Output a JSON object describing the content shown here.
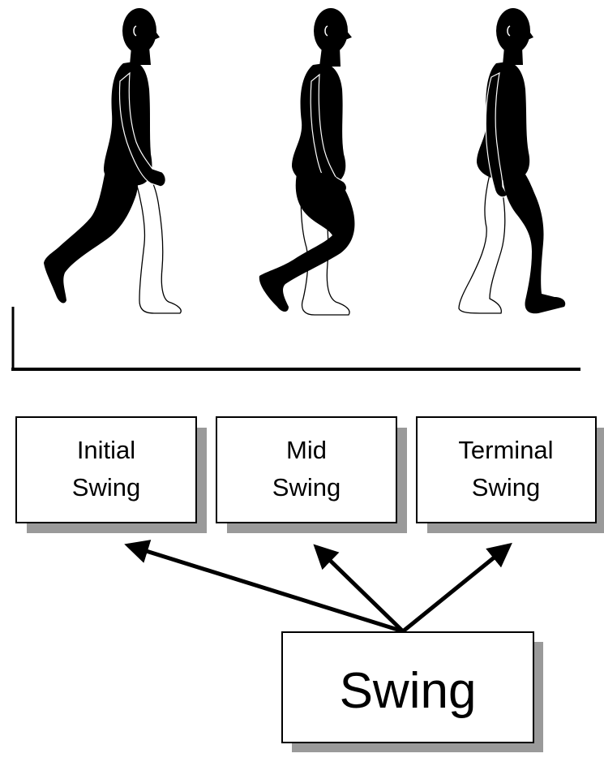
{
  "figures": [
    {
      "name": "initial-swing-figure"
    },
    {
      "name": "mid-swing-figure"
    },
    {
      "name": "terminal-swing-figure"
    }
  ],
  "phase_boxes": [
    {
      "line1": "Initial",
      "line2": "Swing"
    },
    {
      "line1": "Mid",
      "line2": "Swing"
    },
    {
      "line1": "Terminal",
      "line2": "Swing"
    }
  ],
  "main_box": {
    "label": "Swing"
  },
  "colors": {
    "figure": "#000000",
    "shadow": "#9a9a9a",
    "box_fill": "#ffffff",
    "line": "#000000"
  }
}
